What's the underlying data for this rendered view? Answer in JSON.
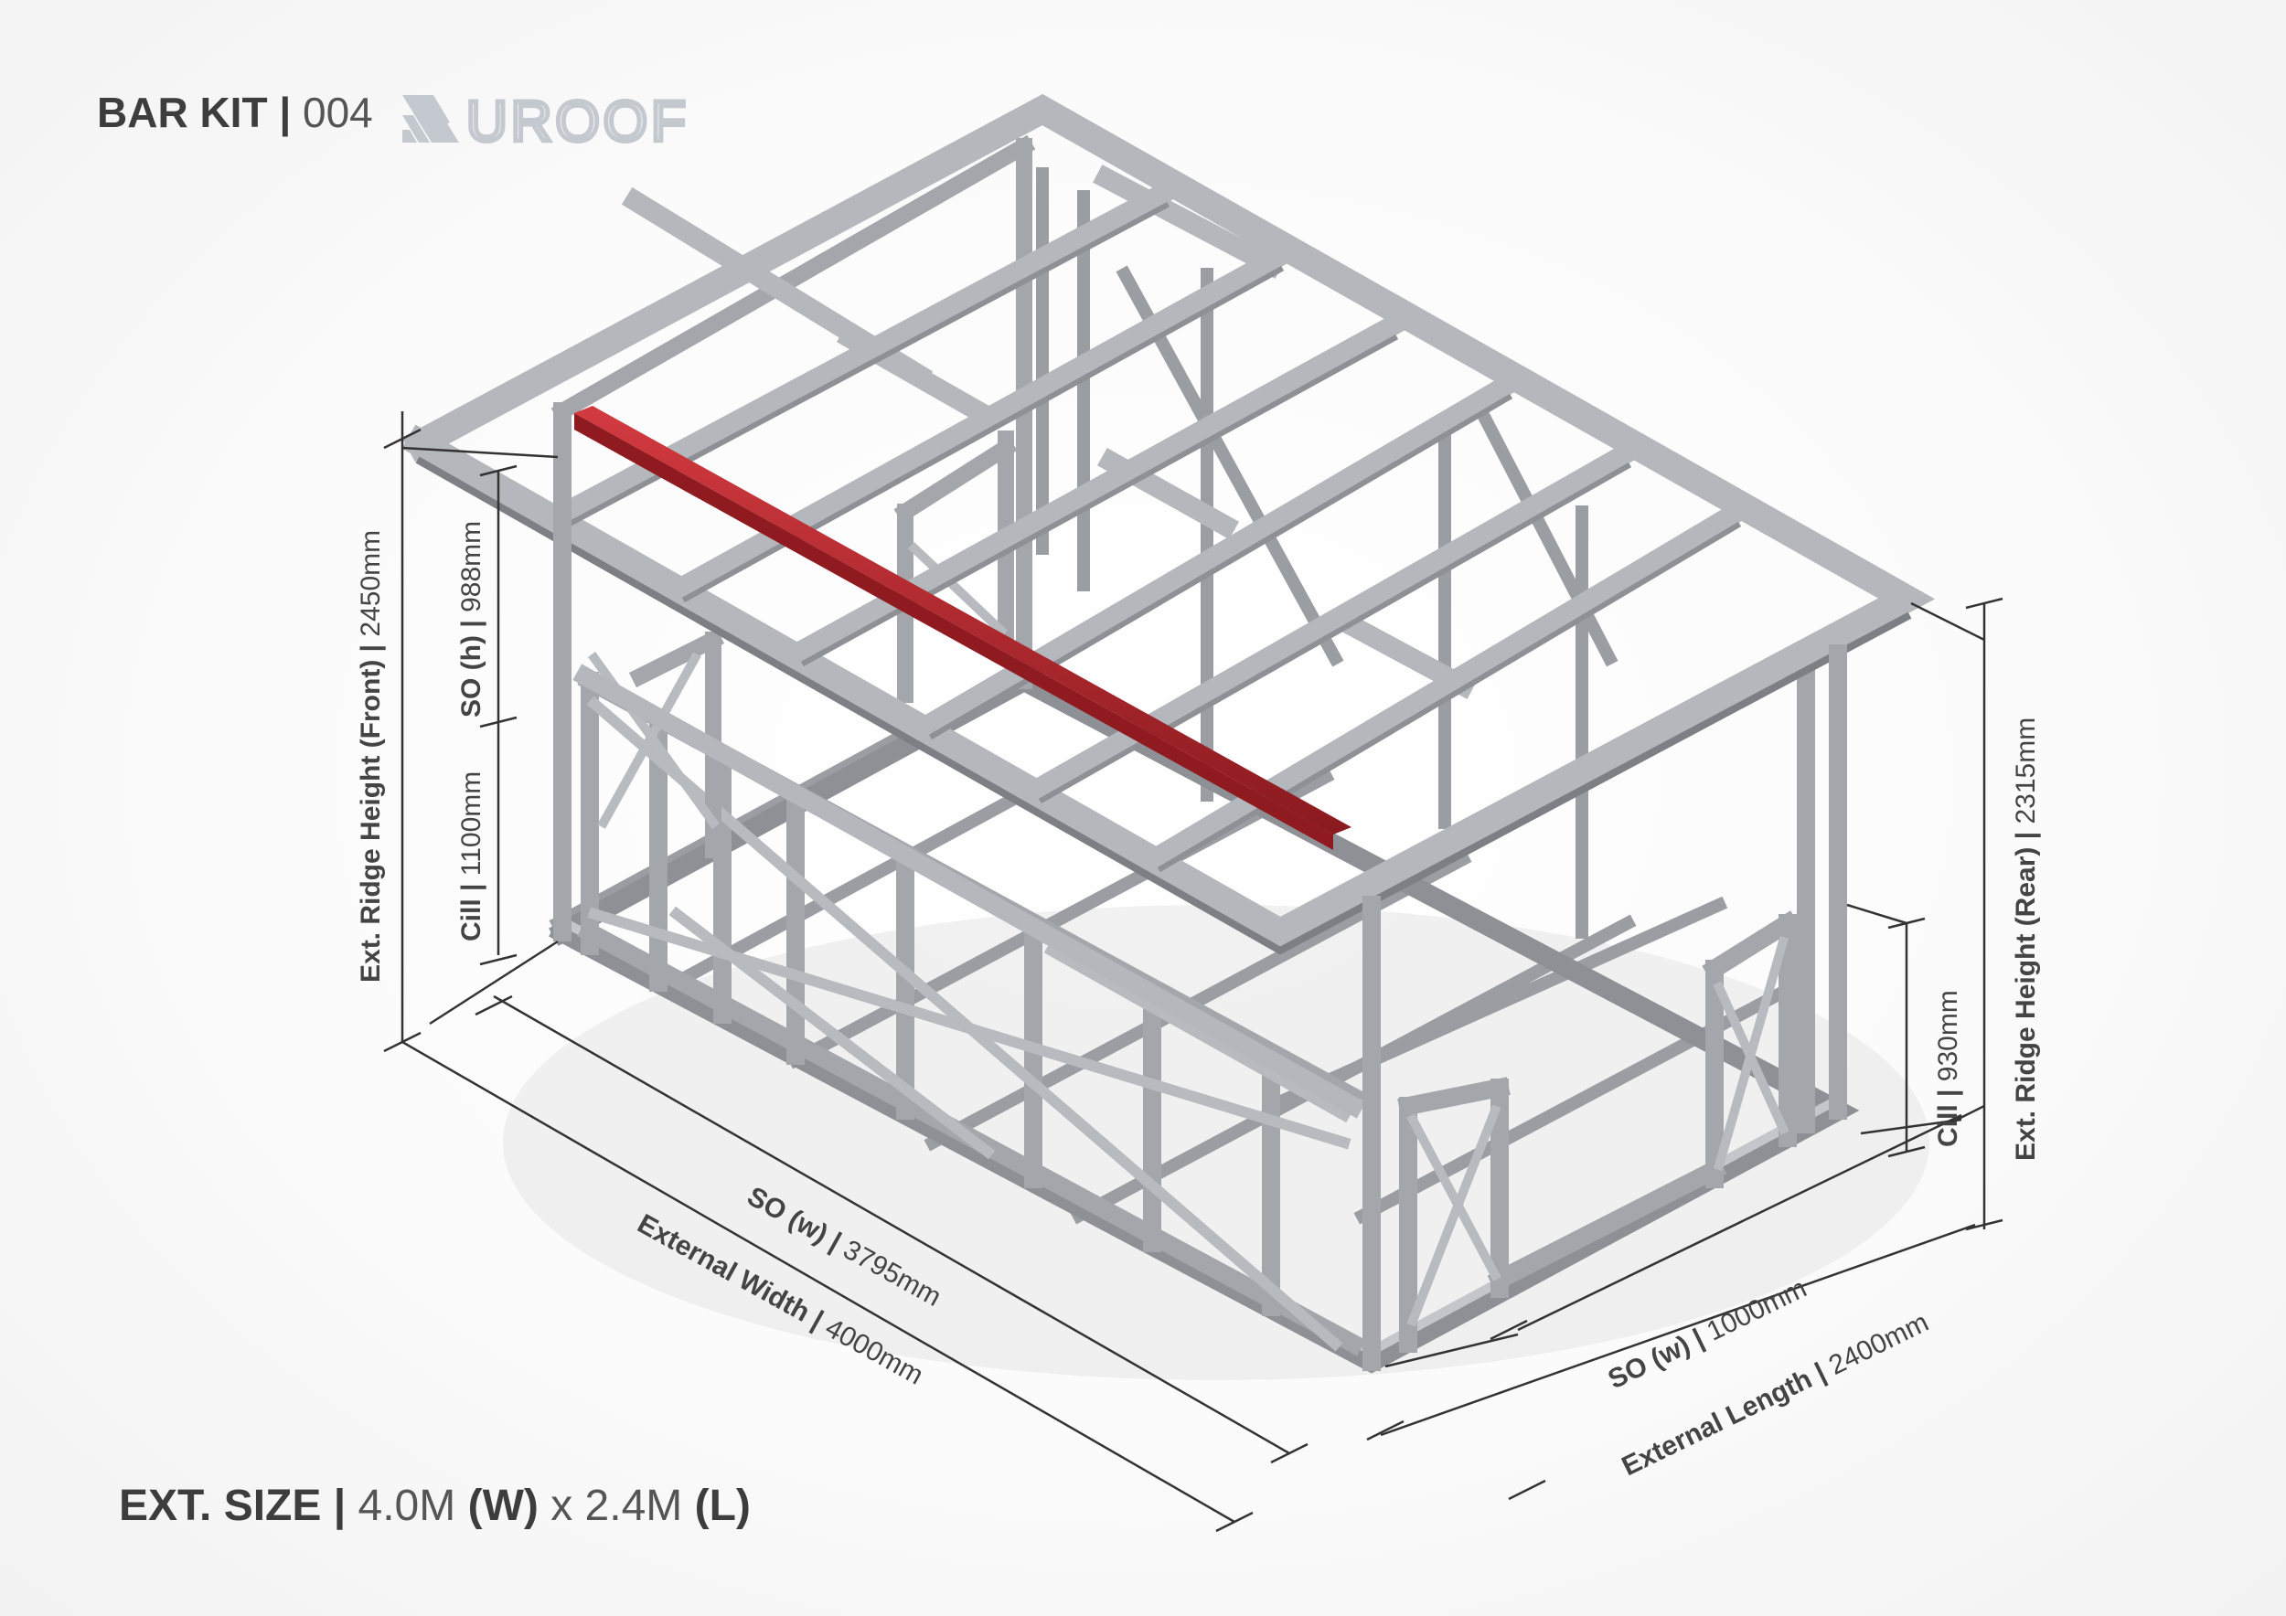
{
  "header": {
    "kit_label": "BAR KIT",
    "separator": "|",
    "kit_number": "004",
    "brand": "UROOF"
  },
  "footer": {
    "size_label": "EXT. SIZE",
    "separator": "|",
    "width_value": "4.0M",
    "width_tag": "(W)",
    "times": "x",
    "length_value": "2.4M",
    "length_tag": "(L)"
  },
  "dimensions": {
    "front_height": {
      "label": "Ext. Ridge Height (Front)",
      "value": "2450mm"
    },
    "front_so_h": {
      "label": "SO (h)",
      "value": "988mm"
    },
    "front_cill": {
      "label": "Cill",
      "value": "1100mm"
    },
    "rear_height": {
      "label": "Ext. Ridge Height (Rear)",
      "value": "2315mm"
    },
    "rear_cill": {
      "label": "Cill",
      "value": "930mm"
    },
    "so_width_front": {
      "label": "SO (w)",
      "value": "3795mm"
    },
    "external_width": {
      "label": "External Width",
      "value": "4000mm"
    },
    "so_width_side": {
      "label": "SO (w)",
      "value": "1000mm"
    },
    "external_length": {
      "label": "External Length",
      "value": "2400mm"
    },
    "sep": "|"
  },
  "colors": {
    "frame": "#a9acb0",
    "frame_dark": "#6e7176",
    "beam": "#b0232a",
    "dimension_line": "#333333",
    "logo": "#c4c9cf"
  }
}
